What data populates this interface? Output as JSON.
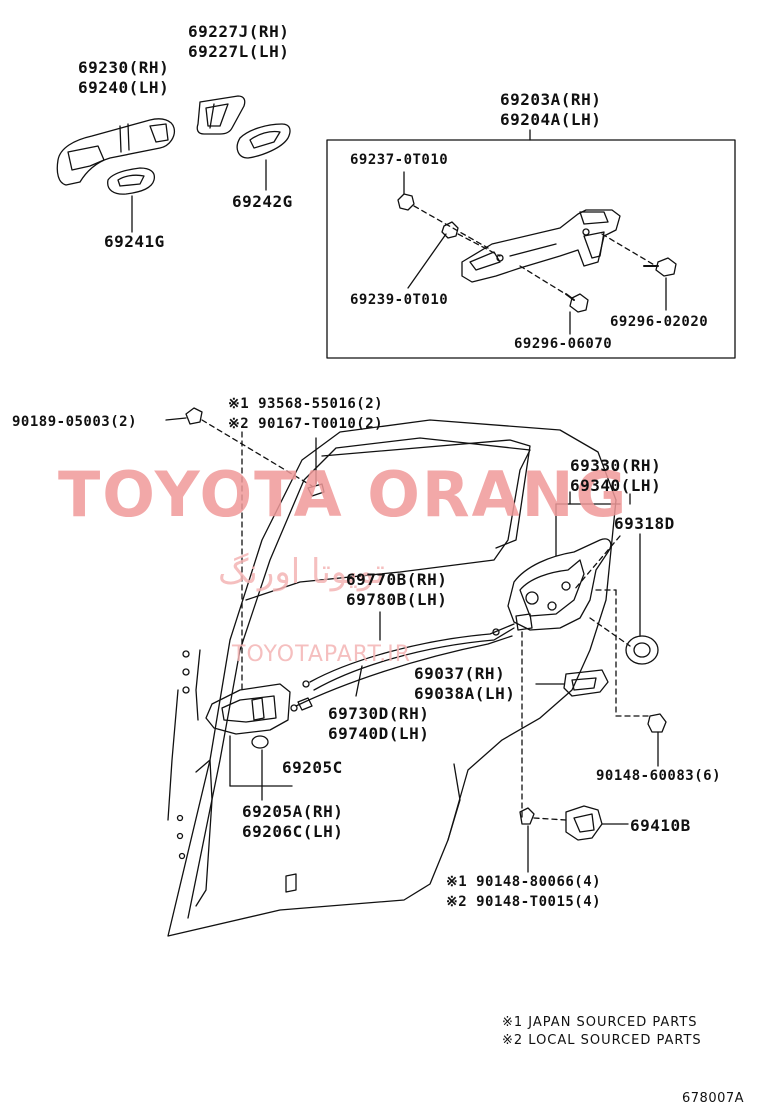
{
  "parts": {
    "handle_outer": [
      "69230(RH)",
      "69240(LH)"
    ],
    "handle_cover": [
      "69227J(RH)",
      "69227L(LH)"
    ],
    "pad_69241g": "69241G",
    "pad_69242g": "69242G",
    "frame_assy": [
      "69203A(RH)",
      "69204A(LH)"
    ],
    "bolt_69237": "69237-0T010",
    "bolt_69239": "69239-0T010",
    "screw_02020": "69296-02020",
    "screw_06070": "69296-06070",
    "clip_90189": "90189-05003(2)",
    "screw_top": [
      "※1 93568-55016(2)",
      "※2 90167-T0010(2)"
    ],
    "lock_assy": [
      "69330(RH)",
      "69340(LH)"
    ],
    "grommet_69318d": "69318D",
    "cable_upper": [
      "69770B(RH)",
      "69780B(LH)"
    ],
    "lock_cover": [
      "69037(RH)",
      "69038A(LH)"
    ],
    "cable_lower": [
      "69730D(RH)",
      "69740D(LH)"
    ],
    "clip_69205c": "69205C",
    "inner_handle": [
      "69205A(RH)",
      "69206C(LH)"
    ],
    "screw_lock": "90148-60083(6)",
    "striker": "69410B",
    "screw_striker": [
      "※1 90148-80066(4)",
      "※2 90148-T0015(4)"
    ]
  },
  "notes": [
    "※1 JAPAN SOURCED PARTS",
    "※2 LOCAL SOURCED PARTS"
  ],
  "diagram_code": "678007A",
  "watermark": {
    "main": "TOYOTA ORANG",
    "persian": "تویوتا اورنگ",
    "url": "TOYOTAPART.IR"
  }
}
